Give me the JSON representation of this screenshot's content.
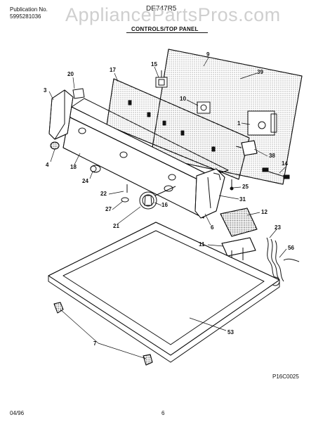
{
  "header": {
    "publication_label": "Publication No.",
    "publication_number": "5995281036",
    "model": "DE747R5",
    "watermark": "AppliancePartsPros.com",
    "section_title": "CONTROLS/TOP PANEL"
  },
  "callouts": [
    "9",
    "39",
    "20",
    "17",
    "15",
    "3",
    "10",
    "1",
    "4",
    "18",
    "38",
    "14",
    "24",
    "22",
    "25",
    "27",
    "16",
    "31",
    "12",
    "21",
    "6",
    "23",
    "11",
    "56",
    "53",
    "7"
  ],
  "footer": {
    "date": "04/96",
    "page": "6",
    "figure_code": "P16C0025"
  }
}
